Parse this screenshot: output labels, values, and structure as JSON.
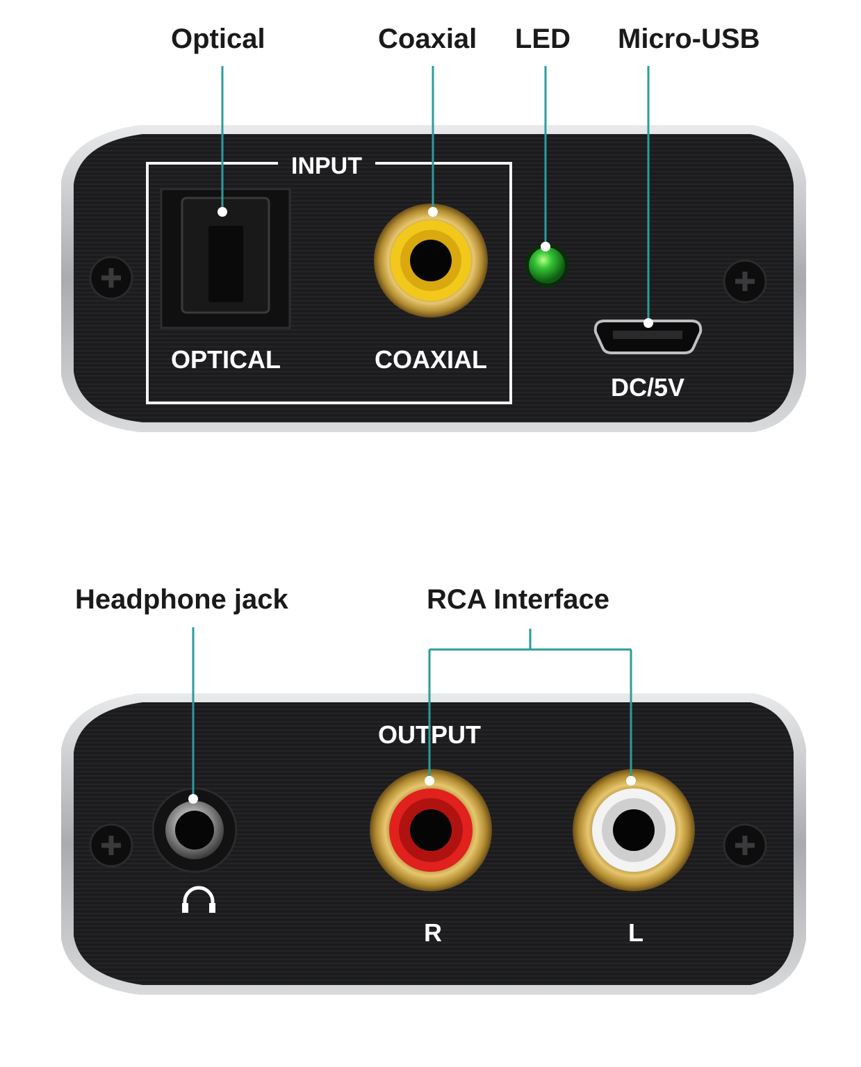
{
  "top_panel": {
    "callouts": {
      "optical": "Optical",
      "coaxial": "Coaxial",
      "led": "LED",
      "micro_usb": "Micro-USB"
    },
    "panel_text": {
      "input": "INPUT",
      "optical": "OPTICAL",
      "coaxial": "COAXIAL",
      "dc": "DC/5V"
    }
  },
  "bottom_panel": {
    "callouts": {
      "headphone": "Headphone jack",
      "rca": "RCA Interface"
    },
    "panel_text": {
      "output": "OUTPUT",
      "right": "R",
      "left": "L"
    }
  },
  "colors": {
    "leader_line": "#2a9d9a",
    "panel_body": "#1c1c1e",
    "panel_frame": "#c7c9cc",
    "led_green": "#2bb52b",
    "rca_yellow": "#e8c21a",
    "rca_red": "#d8201c",
    "rca_white": "#eeeeee",
    "gold": "#c9a24a"
  },
  "icons": {
    "headphone_symbol": "headphone-icon"
  }
}
